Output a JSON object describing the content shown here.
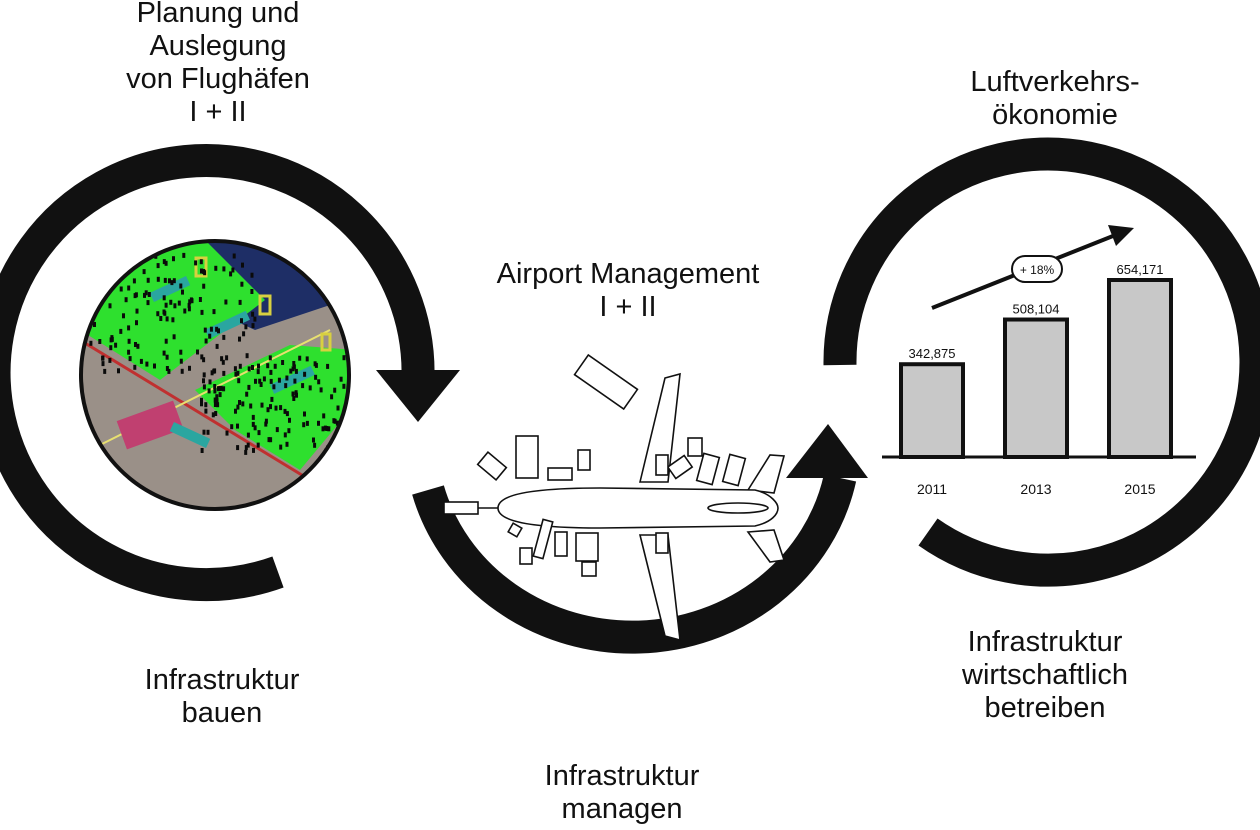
{
  "left_cycle": {
    "title_lines": [
      "Planung und",
      "Auslegung",
      "von Flughäfen",
      "I + II"
    ],
    "caption_lines": [
      "Infrastruktur",
      "bauen"
    ]
  },
  "middle_cycle": {
    "title_lines": [
      "Airport Management",
      "I + II"
    ],
    "caption_lines": [
      "Infrastruktur",
      "managen"
    ]
  },
  "right_cycle": {
    "title_lines": [
      "Luftverkehrs-",
      "ökonomie"
    ],
    "caption_lines": [
      "Infrastruktur",
      "wirtschaftlich",
      "betreiben"
    ]
  },
  "colors": {
    "arrow": "#111111",
    "terminal_floor": "#2ee02e",
    "apron_grey": "#9a9088",
    "gate_teal": "#2aa6a0",
    "bar_fill": "#c8c8c8"
  },
  "chart_data": {
    "type": "bar",
    "categories": [
      "2011",
      "2013",
      "2015"
    ],
    "values": [
      342875,
      508104,
      654171
    ],
    "value_labels": [
      "342,875",
      "508,104",
      "654,171"
    ],
    "growth_label": "+ 18%",
    "ylim": [
      0,
      654171
    ],
    "grid": false
  }
}
